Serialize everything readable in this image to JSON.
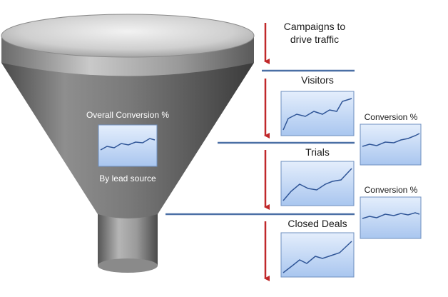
{
  "diagram": {
    "funnel": {
      "conversion_label": "Overall Conversion %",
      "source_label": "By lead source"
    },
    "stages": {
      "campaigns": "Campaigns to drive traffic",
      "visitors": "Visitors",
      "trials": "Trials",
      "closed_deals": "Closed Deals"
    },
    "conversion_labels": [
      "Conversion %",
      "Conversion %"
    ]
  },
  "colors": {
    "arrow": "#c0282a",
    "divider": "#4a6fa5",
    "chart_fill": "#c8dcf6",
    "chart_line": "#2f5597",
    "funnel_body": "#7a7a7a"
  },
  "icons": {
    "arrow": "down-arrow-icon",
    "chart": "line-chart-icon"
  }
}
